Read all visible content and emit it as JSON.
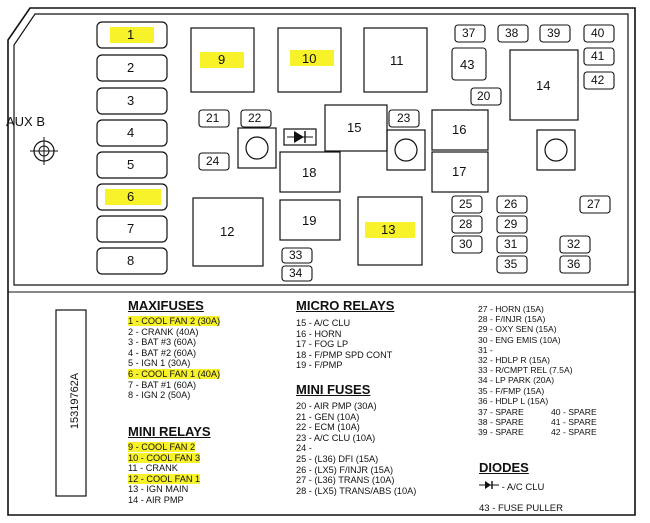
{
  "panel": {
    "aux_label": "AUX B",
    "part_number": "15319762A"
  },
  "maxi_fuse_slots": [
    "1",
    "2",
    "3",
    "4",
    "5",
    "6",
    "7",
    "8"
  ],
  "relay_boxes": {
    "r9": "9",
    "r10": "10",
    "r11": "11",
    "r12": "12",
    "r13": "13",
    "r14": "14",
    "r15": "15",
    "r16": "16",
    "r17": "17",
    "r18": "18",
    "r19": "19"
  },
  "mini_fuse_slots": {
    "f20": "20",
    "f21": "21",
    "f22": "22",
    "f23": "23",
    "f24": "24",
    "f25": "25",
    "f26": "26",
    "f27": "27",
    "f28": "28",
    "f29": "29",
    "f30": "30",
    "f31": "31",
    "f32": "32",
    "f33": "33",
    "f34": "34",
    "f35": "35",
    "f36": "36",
    "f37": "37",
    "f38": "38",
    "f39": "39",
    "f40": "40",
    "f41": "41",
    "f42": "42",
    "f43": "43"
  },
  "legend": {
    "maxifuses": {
      "title": "MAXIFUSES",
      "items": [
        "1 - COOL FAN 2 (30A)",
        "2 - CRANK (40A)",
        "3 - BAT #3 (60A)",
        "4 - BAT #2 (60A)",
        "5 - IGN 1 (30A)",
        "6 - COOL FAN 1 (40A)",
        "7 - BAT #1 (60A)",
        "8 - IGN 2 (50A)"
      ]
    },
    "mini_relays": {
      "title": "MINI RELAYS",
      "items": [
        "9 - COOL FAN 2",
        "10 - COOL FAN 3",
        "11 - CRANK",
        "12 - COOL FAN 1",
        "13 - IGN MAIN",
        "14 - AIR PMP"
      ]
    },
    "micro_relays": {
      "title": "MICRO RELAYS",
      "items": [
        "15 - A/C CLU",
        "16 - HORN",
        "17 - FOG LP",
        "18 - F/PMP SPD CONT",
        "19 - F/PMP"
      ]
    },
    "mini_fuses": {
      "title": "MINI FUSES",
      "items": [
        "20 - AIR PMP (30A)",
        "21 - GEN (10A)",
        "22 - ECM (10A)",
        "23 - A/C CLU (10A)",
        "24 -",
        "25 - (L36) DFI (15A)",
        "26 - (LX5) F/INJR (15A)",
        "27 - (L36) TRANS (10A)",
        "28 - (LX5) TRANS/ABS (10A)"
      ]
    },
    "right_list": [
      "27 - HORN (15A)",
      "28 - F/INJR (15A)",
      "29 - OXY SEN (15A)",
      "30 - ENG EMIS (10A)",
      "31 -",
      "32 - HDLP R (15A)",
      "33 - R/CMPT REL (7.5A)",
      "34 - LP PARK (20A)",
      "35 - F/FMP (15A)",
      "36 - HDLP L (15A)"
    ],
    "spare_left": [
      "37 - SPARE",
      "38 - SPARE",
      "39 - SPARE"
    ],
    "spare_right": [
      "40 - SPARE",
      "41 - SPARE",
      "42 - SPARE"
    ],
    "diodes": {
      "title": "DIODES",
      "item": "- A/C CLU",
      "fuse_puller": "43 - FUSE PULLER"
    }
  },
  "highlight_color": "#f7f22a"
}
